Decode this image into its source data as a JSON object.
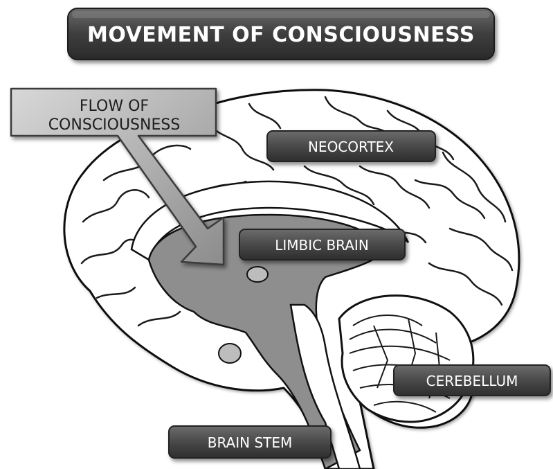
{
  "title": "MOVEMENT OF CONSCIOUSNESS",
  "arrow_label": {
    "line1": "FLOW OF",
    "line2": "CONSCIOUSNESS"
  },
  "labels": {
    "neocortex": "NEOCORTEX",
    "limbic": "LIMBIC BRAIN",
    "cerebellum": "CEREBELLUM",
    "brainstem": "BRAIN STEM"
  },
  "colors": {
    "label_fill": "#4a4a4a",
    "title_fill": "#3c3c3c",
    "limbic_region": "#8e8e8e",
    "arrow_fill": "#a9a9a9",
    "outline": "#111111"
  }
}
